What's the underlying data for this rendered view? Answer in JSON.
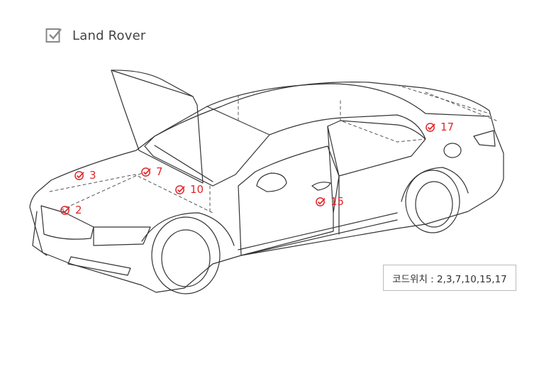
{
  "header": {
    "title": "Land Rover",
    "icon": "checkbox-checked-icon"
  },
  "markers": [
    {
      "id": "2",
      "label": "2"
    },
    {
      "id": "3",
      "label": "3"
    },
    {
      "id": "7",
      "label": "7"
    },
    {
      "id": "10",
      "label": "10"
    },
    {
      "id": "15",
      "label": "15"
    },
    {
      "id": "17",
      "label": "17"
    }
  ],
  "code_box": {
    "text": "코드위치 : 2,3,7,10,15,17"
  },
  "colors": {
    "marker": "#e0262b",
    "line": "#333333",
    "dashed": "#555555"
  }
}
